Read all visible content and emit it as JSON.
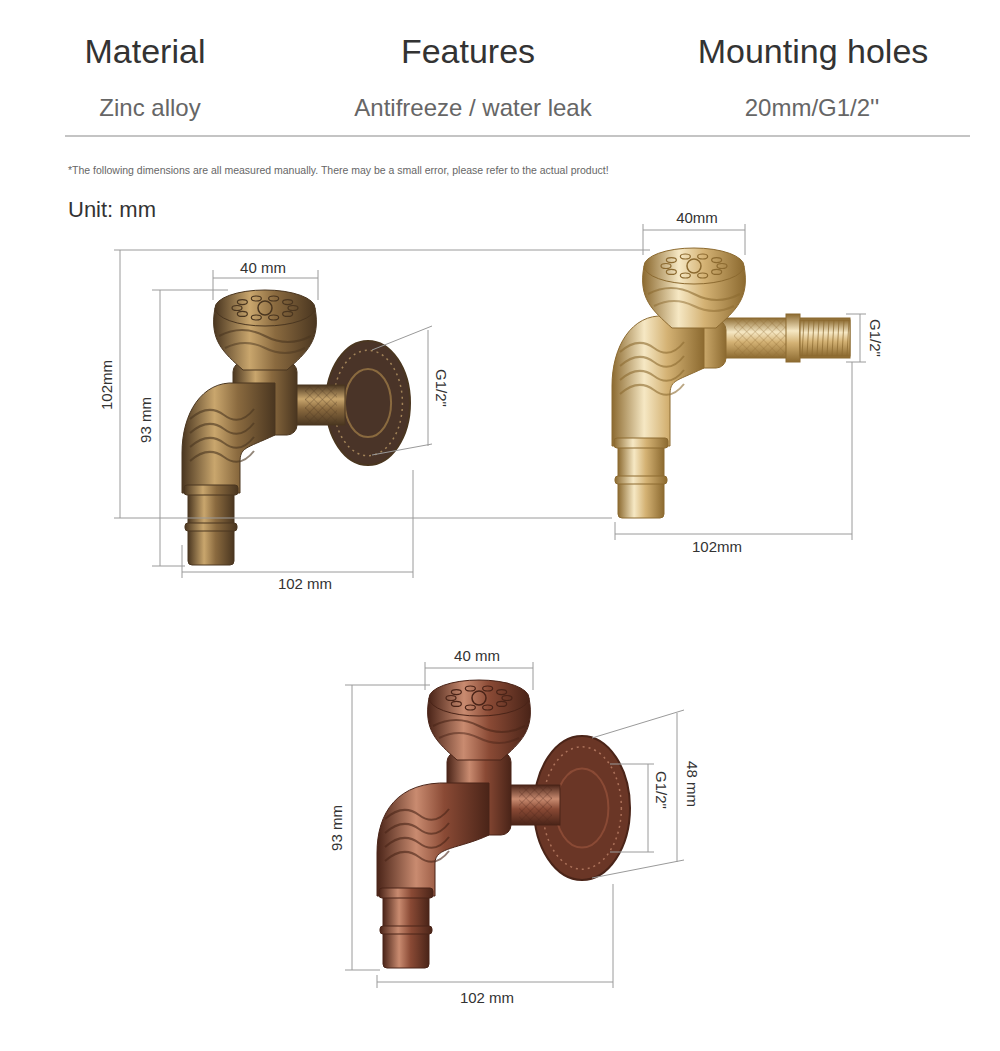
{
  "diagram": {
    "labels": [
      "Material",
      "Features",
      "Mounting holes",
      "Zinc alloy",
      "Antifreeze / water leak",
      "20mm/G1/2''",
      "*The following dimensions are all measured manually. There may be a small error, please refer to the actual product!",
      "Unit: mm",
      "40 mm",
      "93 mm",
      "G1/2\"",
      "102 mm",
      "40mm",
      "102mm",
      "G1/2\"",
      "102mm",
      "40 mm",
      "93 mm",
      "G1/2\"",
      "48 mm",
      "102 mm"
    ]
  }
}
